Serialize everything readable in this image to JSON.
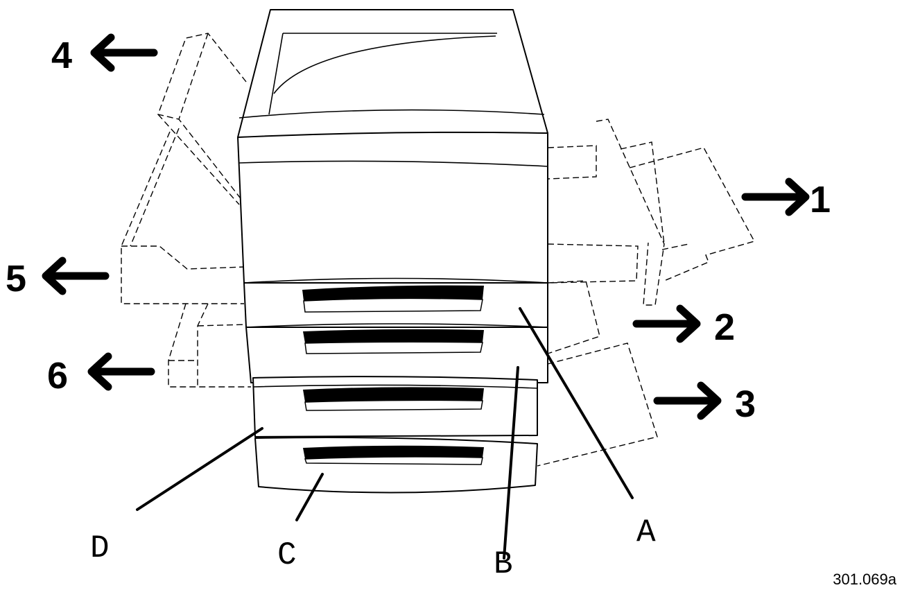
{
  "exit_labels": {
    "one": "1",
    "two": "2",
    "three": "3",
    "four": "4",
    "five": "5",
    "six": "6"
  },
  "part_labels": {
    "a": "A",
    "b": "B",
    "c": "C",
    "d": "D"
  },
  "figure_reference": "301.069a"
}
